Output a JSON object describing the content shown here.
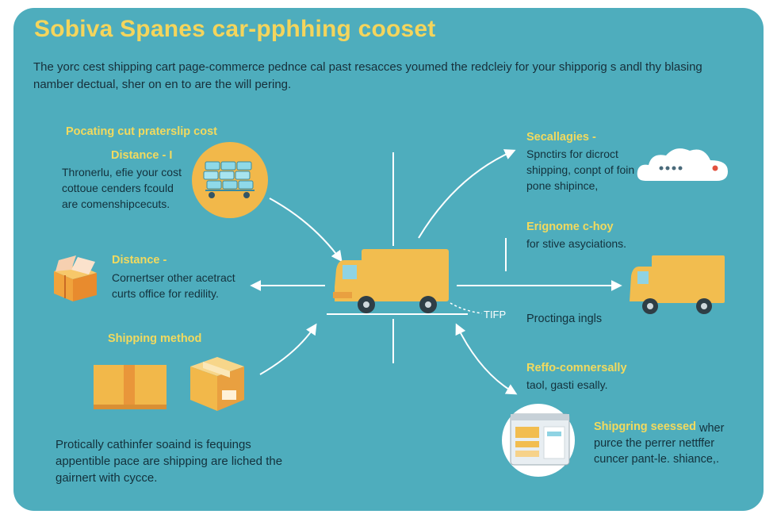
{
  "title": "Sobiva Spanes car-pphhing cooset",
  "intro": "The yorc cest shipping cart page-commerce pednce cal past resacces youmed the redcleiy for your shipporig s andl thy blasing namber dectual, sher on en to are the will pering.",
  "left": {
    "block1": {
      "heading": "Pocating cut praterslip cost",
      "subheading": "Distance - I",
      "body": "Thronerlu, efie your cost cottoue cenders fcould are comenshipcecuts."
    },
    "block2": {
      "heading": "Distance -",
      "body": "Cornertser other acetract curts office for redility."
    },
    "block3": {
      "heading": "Shipping method"
    },
    "footer": "Protically cathinfer soaind is fequings appentible pace are shipping are liched the gairnert with cycce."
  },
  "center": {
    "tag": "TIFP"
  },
  "right": {
    "block1": {
      "heading": "Secallagies -",
      "body": "Spnctirs for dicroct shipping, conpt of foin pone shipince,"
    },
    "block2": {
      "heading": "Erignome c-hoy",
      "body": "for stive asyciations."
    },
    "block3": {
      "body": "Proctinga ingls"
    },
    "block4": {
      "heading": "Reffo-comnersally",
      "body": "taol, gasti esally."
    },
    "block5": {
      "heading": "Shipgring seessed",
      "heading_suffix": "wher",
      "body": "purce the perrer nettffer cuncer pant-le. shiance,."
    }
  },
  "colors": {
    "panel": "#4eadbd",
    "title": "#f4d55c",
    "heading": "#f2da5e",
    "text": "#13313c",
    "truck": "#f2bd4f",
    "line": "#ffffff"
  }
}
